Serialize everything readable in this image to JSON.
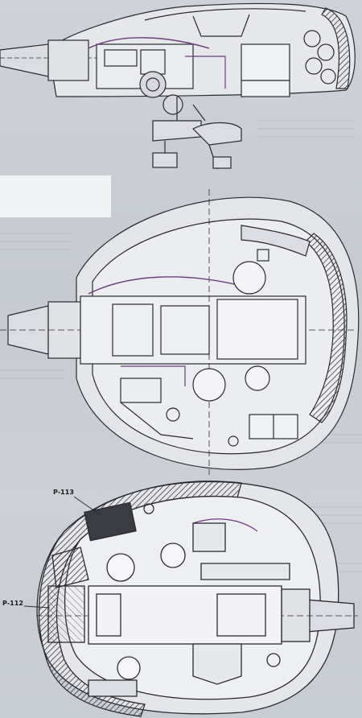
{
  "figures": [
    {
      "id": "side-view"
    },
    {
      "id": "top-view"
    },
    {
      "id": "turret-plan-view",
      "labels": [
        "Р-113",
        "Р-112"
      ]
    }
  ],
  "colors": {
    "line": "#2a2a33",
    "accent": "#6a3d7a",
    "hatch": "#3a3a40",
    "paper": "#e9eaee",
    "whitebox": "#f2f3f5"
  }
}
